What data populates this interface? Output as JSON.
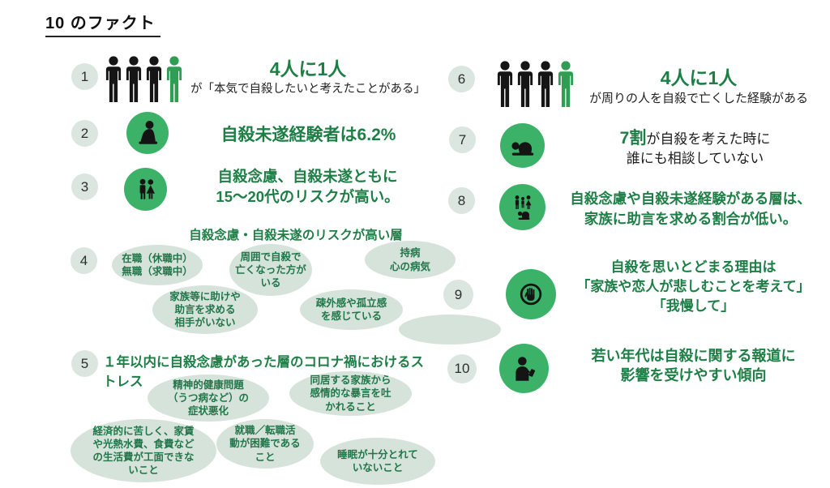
{
  "title": "10 のファクト",
  "colors": {
    "accent_green": "#3cb269",
    "text_green": "#1e7f46",
    "bubble_bg": "#d6e3da",
    "bubble_text": "#21764a",
    "num_bg": "#dae6df",
    "figure_green": "#2f9e53",
    "figure_black": "#151515"
  },
  "facts": {
    "f1": {
      "num": "1",
      "headline": "4人に1人",
      "sub": "が「本気で自殺したいと考えたことがある」"
    },
    "f2": {
      "num": "2",
      "headline": "自殺未遂経験者は6.2%"
    },
    "f3": {
      "num": "3",
      "line1": "自殺念慮、自殺未遂ともに",
      "line2": "15〜20代のリスクが高い。"
    },
    "f4": {
      "num": "4",
      "heading": "自殺念慮・自殺未遂のリスクが高い層",
      "bubble1": "在職（休職中）\n無職（求職中）",
      "bubble2": "周囲で自殺で\n亡くなった方が\nいる",
      "bubble3": "持病\n心の病気",
      "bubble4": "家族等に助けや\n助言を求める\n相手がいない",
      "bubble5": "疎外感や孤立感\nを感じている"
    },
    "f5": {
      "num": "5",
      "heading": "１年以内に自殺念慮があった層のコロナ禍におけるストレス",
      "bubble1": "精神的健康問題\n（うつ病など）の\n症状悪化",
      "bubble2": "同居する家族から\n感情的な暴言を吐\nかれること",
      "bubble3": "経済的に苦しく、家賃\nや光熱水費、食費など\nの生活費が工面できな\nいこと",
      "bubble4": "就職／転職活\n動が困難である\nこと",
      "bubble5": "睡眠が十分とれて\nいないこと"
    },
    "f6": {
      "num": "6",
      "headline": "4人に1人",
      "sub": "が周りの人を自殺で亡くした経験がある"
    },
    "f7": {
      "num": "7",
      "em": "7割",
      "rest": "が自殺を考えた時に",
      "line2": "誰にも相談していない"
    },
    "f8": {
      "num": "8",
      "line1": "自殺念慮や自殺未遂経験がある層は、",
      "line2": "家族に助言を求める割合が低い。"
    },
    "f9": {
      "num": "9",
      "line1": "自殺を思いとどまる理由は",
      "line2": "「家族や恋人が悲しむことを考えて」",
      "line3": "「我慢して」"
    },
    "f10": {
      "num": "10",
      "line1": "若い年代は自殺に関する報道に",
      "line2": "影響を受けやすい傾向"
    }
  }
}
